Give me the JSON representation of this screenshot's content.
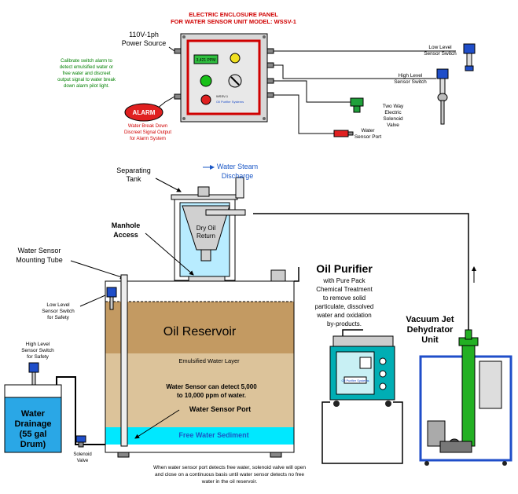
{
  "panel": {
    "title_line1": "ELECTRIC ENCLOSURE PANEL",
    "title_line2": "FOR WATER SENSOR UNIT MODEL: WSSV-1",
    "display_value": "3,421 PPM",
    "brand_line1": "WSSV-1",
    "brand_line2": "Oil Purifier Systems"
  },
  "power": {
    "line1": "110V-1ph",
    "line2": "Power Source"
  },
  "calibrate": {
    "line1": "Calibrate switch alarm to",
    "line2": "detect emulsified water or",
    "line3": "free water and discreet",
    "line4": "output signal to water break",
    "line5": "down alarm pilot light."
  },
  "alarm": {
    "label": "ALARM",
    "line1": "Water Break Down",
    "line2": "Discreet Signal Output",
    "line3": "for Alarm System"
  },
  "sensors": {
    "low_level_right": {
      "line1": "Low Level",
      "line2": "Sensor Switch"
    },
    "high_level_right": {
      "line1": "High Level",
      "line2": "Sensor Switch"
    },
    "solenoid": {
      "line1": "Two Way",
      "line2": "Electric",
      "line3": "Solenoid",
      "line4": "Valve"
    },
    "water_port": {
      "line1": "Water",
      "line2": "Sensor Port"
    }
  },
  "separating_tank": {
    "line1": "Separating",
    "line2": "Tank"
  },
  "steam": {
    "line1": "Water Steam",
    "line2": "Discharge"
  },
  "dry_oil": {
    "line1": "Dry Oil",
    "line2": "Return"
  },
  "manhole": {
    "line1": "Manhole",
    "line2": "Access"
  },
  "mounting_tube": {
    "line1": "Water Sensor",
    "line2": "Mounting Tube"
  },
  "low_level_left": {
    "line1": "Low Level",
    "line2": "Sensor Switch",
    "line3": "for Safety"
  },
  "high_level_left": {
    "line1": "High Level",
    "line2": "Sensor Switch",
    "line3": "for Safety"
  },
  "reservoir": {
    "title": "Oil Reservoir",
    "emulsified": "Emulsified Water Layer",
    "detect_line1": "Water Sensor can detect 5,000",
    "detect_line2": "to 10,000 ppm of water.",
    "port": "Water Sensor Port",
    "free_water": "Free Water Sediment"
  },
  "drainage": {
    "line1": "Water",
    "line2": "Drainage",
    "line3": "(55 gal",
    "line4": "Drum)"
  },
  "solenoid_small": {
    "line1": "Solenoid",
    "line2": "Valve"
  },
  "purifier": {
    "title": "Oil Purifier",
    "line1": "with Pure Pack",
    "line2": "Chemical Treatment",
    "line3": "to remove solid",
    "line4": "particulate, dissolved",
    "line5": "water and oxidation",
    "line6": "by-products.",
    "brand": "Oil Purifier Systems"
  },
  "dehydrator": {
    "line1": "Vacuum Jet",
    "line2": "Dehydrator",
    "line3": "Unit"
  },
  "footer": {
    "line1": "When water sensor port detects free water, solenoid valve will open",
    "line2": "and close on a continuous basis until water sensor detects no free",
    "line3": "water in the oil reservoir."
  },
  "colors": {
    "panel_border": "#d00000",
    "title_red": "#d00000",
    "green_text": "#008000",
    "oil": "#c39a62",
    "emulsion": "#dcc39a",
    "free_water": "#00e8ff",
    "drum": "#2aa7e6",
    "purifier": "#00aeb4",
    "dehydrator": "#23b023",
    "frame_blue": "#1f4ec9",
    "steam_blue": "#1a57c6"
  }
}
